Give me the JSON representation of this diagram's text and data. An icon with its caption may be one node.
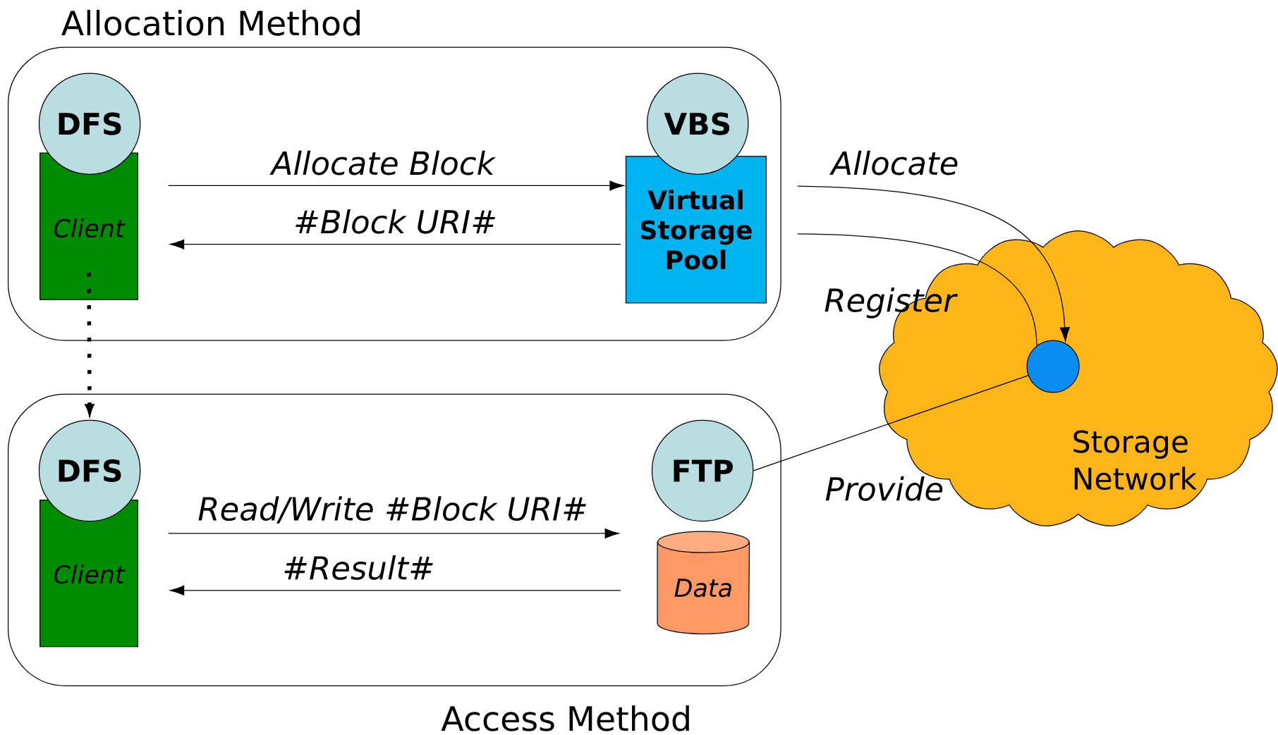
{
  "diagram": {
    "nodes": [
      {
        "text": [
          "Allocation Method"
        ]
      },
      {
        "text": [
          "DFS"
        ],
        "in": 0
      },
      {
        "text": [
          "Client"
        ],
        "in": 0
      },
      {
        "text": [
          "VBS"
        ],
        "in": 0
      },
      {
        "text": [
          "Virtual Storage Pool"
        ],
        "in": 0
      },
      {
        "text": [
          "Access Method"
        ]
      },
      {
        "text": [
          "DFS"
        ],
        "in": 5
      },
      {
        "text": [
          "Client"
        ],
        "in": 5
      },
      {
        "text": [
          "FTP"
        ],
        "in": 5
      },
      {
        "text": [
          "Data"
        ],
        "in": 5
      },
      {
        "text": [
          "Storage Network"
        ]
      },
      {
        "text": [],
        "shape": "circle",
        "in": 10
      }
    ],
    "edges": [
      {
        "from": 2,
        "to": 4,
        "arrow": "to",
        "label": "Allocate Block"
      },
      {
        "from": 4,
        "to": 2,
        "arrow": "to",
        "label": "#Block URI#"
      },
      {
        "from": 2,
        "to": 6,
        "arrow": "to",
        "style": "dashed"
      },
      {
        "from": 7,
        "to": 9,
        "arrow": "to",
        "label": "Read/Write #Block URI#"
      },
      {
        "from": 9,
        "to": 7,
        "arrow": "to",
        "label": "#Result#"
      },
      {
        "from": 4,
        "to": 11,
        "arrow": "to",
        "label": "Allocate"
      },
      {
        "from": 4,
        "to": 11,
        "arrow": "none",
        "label": "Register"
      },
      {
        "from": 8,
        "to": 11,
        "arrow": "none",
        "label": "Provide"
      }
    ]
  }
}
